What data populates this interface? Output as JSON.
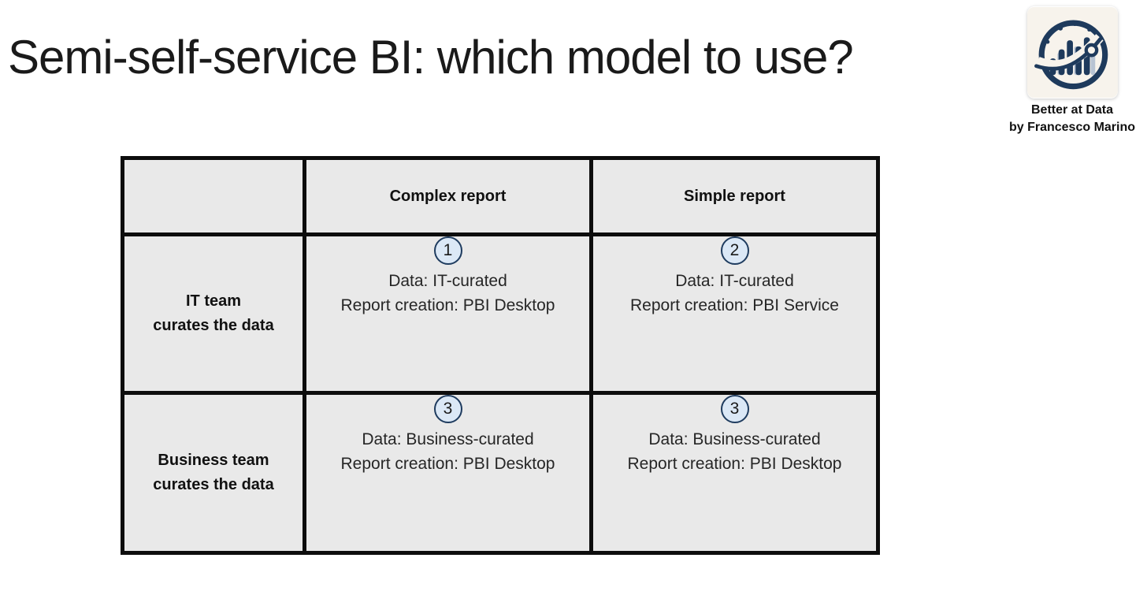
{
  "colors": {
    "page_bg": "#ffffff",
    "title_color": "#1a1a1a",
    "cell_bg": "#e9e9e9",
    "grid_border": "#0d0d0d",
    "badge_fill": "#dbe8f6",
    "badge_border": "#1f3c5f",
    "cell_text": "#262626",
    "logo_navy": "#1e3a5c",
    "logo_cream": "#f7f3ec",
    "logo_light_bar": "#b7c3d3"
  },
  "title": "Semi-self-service BI: which model to use?",
  "brand": {
    "name": "Better at Data",
    "byline": "by Francesco Marino",
    "logo_icon": "bar-chart-trend-circle-logo"
  },
  "matrix": {
    "col_headers": [
      "Complex report",
      "Simple report"
    ],
    "row_headers": [
      {
        "line1": "IT team",
        "line2": "curates the data"
      },
      {
        "line1": "Business team",
        "line2": "curates the data"
      }
    ],
    "cells": [
      {
        "badge": "1",
        "lines": [
          "Data: IT-curated",
          "Report creation: PBI Desktop"
        ]
      },
      {
        "badge": "2",
        "lines": [
          "Data: IT-curated",
          "Report creation: PBI Service"
        ]
      },
      {
        "badge": "3",
        "lines": [
          "Data: Business-curated",
          "Report creation: PBI Desktop"
        ]
      },
      {
        "badge": "3",
        "lines": [
          "Data: Business-curated",
          "Report creation: PBI Desktop"
        ]
      }
    ]
  }
}
